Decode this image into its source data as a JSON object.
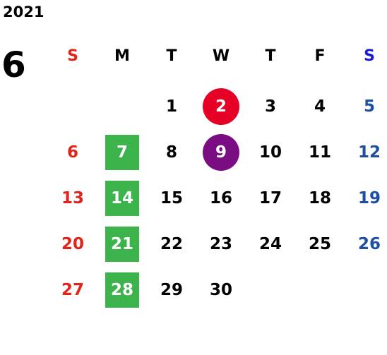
{
  "year": "2021",
  "month": "6",
  "weekdays": [
    "S",
    "M",
    "T",
    "W",
    "T",
    "F",
    "S"
  ],
  "colors": {
    "sunday": "#e2231a",
    "saturday": "#1f4fa3",
    "saturday_header": "#1a1ad6",
    "highlight_red": "#e60026",
    "highlight_purple": "#7b0d82",
    "highlight_green": "#3cb44b"
  },
  "weeks": [
    [
      null,
      null,
      "1",
      "2",
      "3",
      "4",
      "5"
    ],
    [
      "6",
      "7",
      "8",
      "9",
      "10",
      "11",
      "12"
    ],
    [
      "13",
      "14",
      "15",
      "16",
      "17",
      "18",
      "19"
    ],
    [
      "20",
      "21",
      "22",
      "23",
      "24",
      "25",
      "26"
    ],
    [
      "27",
      "28",
      "29",
      "30",
      null,
      null,
      null
    ]
  ],
  "highlights": [
    {
      "day": "2",
      "shape": "circle",
      "color": "#e60026"
    },
    {
      "day": "9",
      "shape": "circle",
      "color": "#7b0d82"
    },
    {
      "day": "7",
      "shape": "square",
      "color": "#3cb44b"
    },
    {
      "day": "14",
      "shape": "square",
      "color": "#3cb44b"
    },
    {
      "day": "21",
      "shape": "square",
      "color": "#3cb44b"
    },
    {
      "day": "28",
      "shape": "square",
      "color": "#3cb44b"
    }
  ]
}
